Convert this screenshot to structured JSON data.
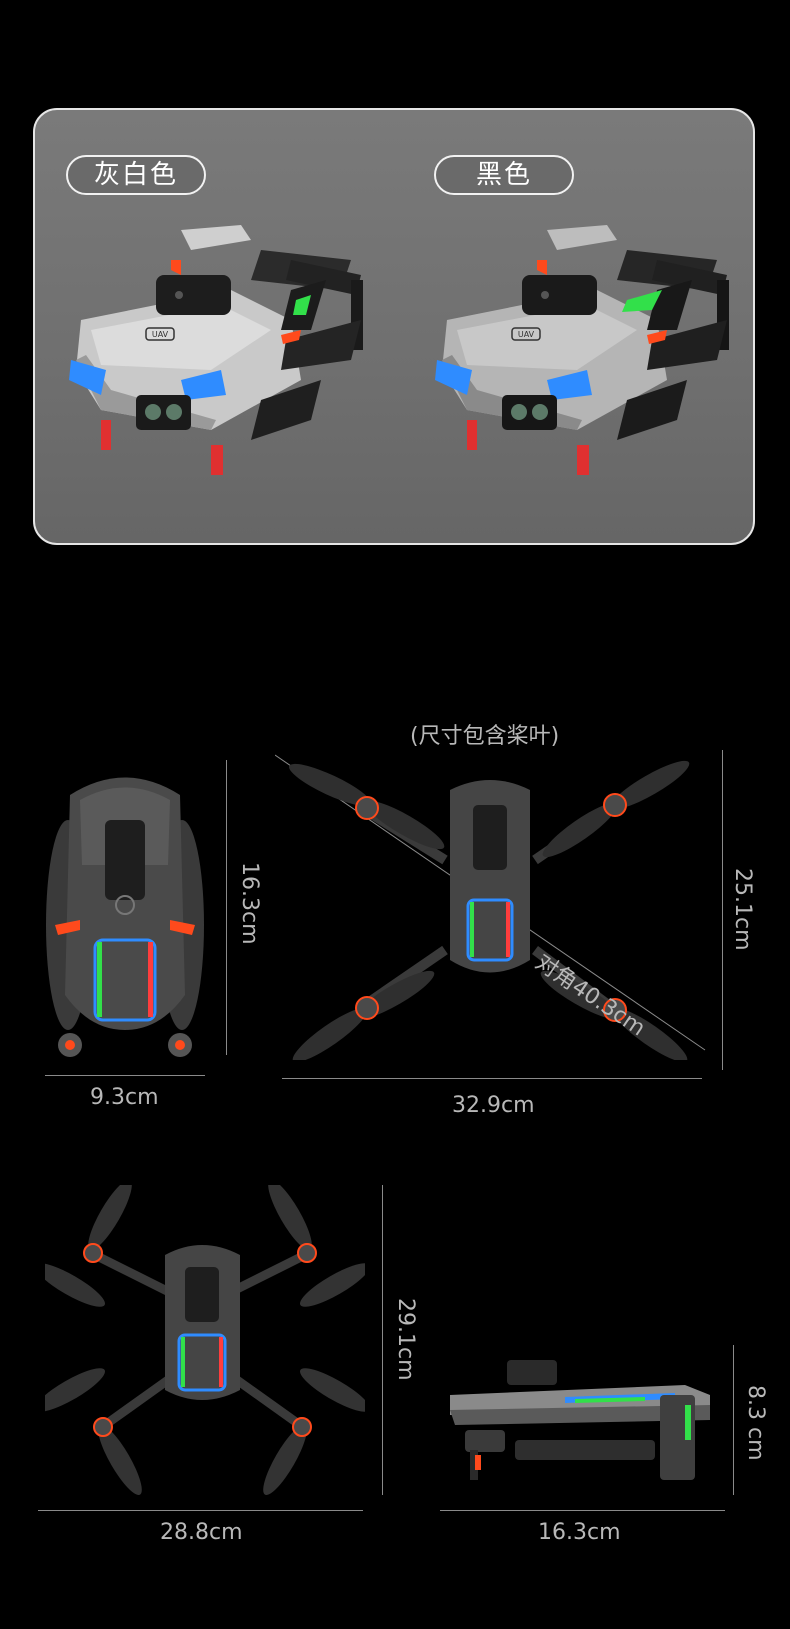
{
  "colors_section": {
    "tags": [
      {
        "label": "灰白色"
      },
      {
        "label": "黑色"
      }
    ]
  },
  "dimensions": {
    "note": "(尺寸包含桨叶)",
    "folded_top": {
      "height": "16.3cm",
      "width": "9.3cm"
    },
    "unfolded_top": {
      "height": "25.1cm",
      "width": "32.9cm",
      "diagonal": "对角40.3cm"
    },
    "unfolded_oblique": {
      "height": "29.1cm",
      "width": "28.8cm"
    },
    "side": {
      "height": "8.3 cm",
      "width": "16.3cm"
    }
  },
  "drone_marking": "UAV",
  "accent_colors": {
    "orange": "#ff4a1c",
    "blue_light": "#2f8cff",
    "panel_grey": "#737373"
  }
}
